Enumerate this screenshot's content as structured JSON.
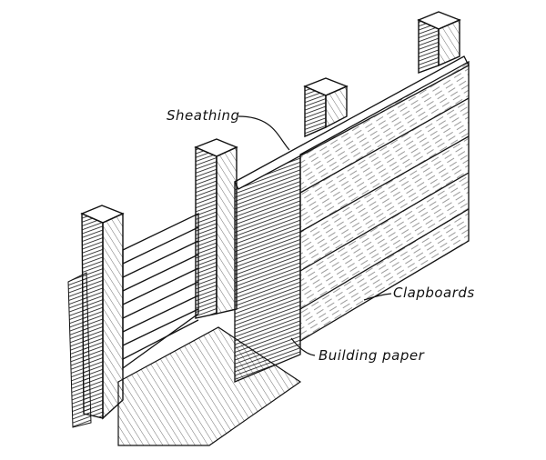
{
  "diagram": {
    "labels": {
      "sheathing": "Sheathing",
      "clapboards": "Clapboards",
      "building_paper": "Building paper"
    },
    "ink_color": "#111111",
    "paper_color": "#ffffff"
  }
}
